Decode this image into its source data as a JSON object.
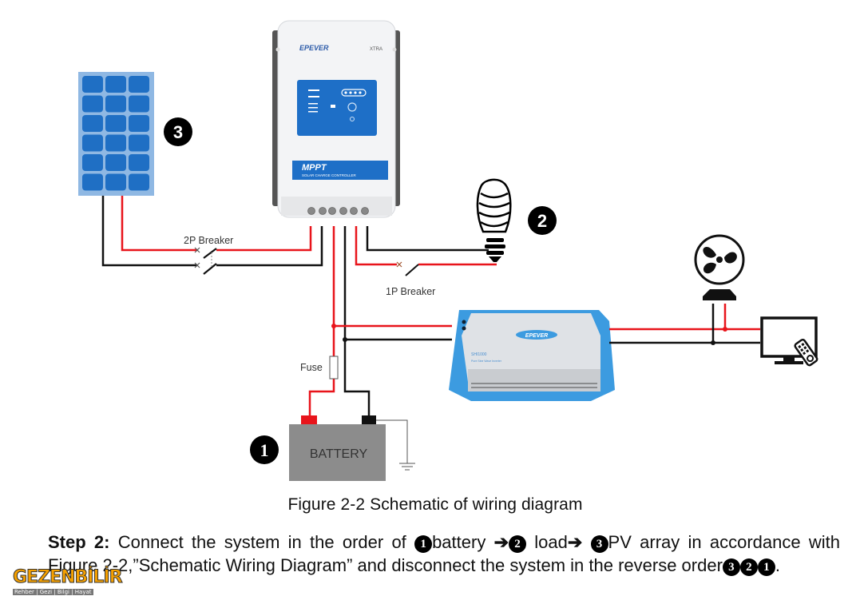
{
  "diagram": {
    "controller": {
      "brand": "EPEVER",
      "model": "XTRA",
      "type_label": "MPPT",
      "subtitle": "SOLAR CHARGE CONTROLLER"
    },
    "inverter": {
      "brand": "EPEVER",
      "model": "SHI1000",
      "subtitle": "Pure Sine Wave Inverter"
    },
    "labels": {
      "breaker_2p": "2P Breaker",
      "breaker_1p": "1P Breaker",
      "fuse": "Fuse",
      "battery": "BATTERY"
    },
    "markers": {
      "battery": "1",
      "load": "2",
      "pv_array": "3"
    },
    "colors": {
      "positive_wire": "#e8141b",
      "negative_wire": "#111111",
      "panel_cell": "#1f6fc4",
      "panel_frame": "#8fb8e3",
      "battery_body": "#8c8c8c",
      "inverter_accent": "#3c9be0"
    }
  },
  "caption": "Figure 2-2 Schematic of wiring diagram",
  "step": {
    "label": "Step 2:",
    "text_1": "Connect the system in the order of",
    "n1": "1",
    "item_1": "battery",
    "arrow": "➔",
    "n2": "2",
    "item_2": "load",
    "n3": "3",
    "item_3": "PV array in accordance with Figure 2-2,”Schematic Wiring Diagram” and disconnect the system in the reverse order",
    "r3": "3",
    "r2": "2",
    "r1": "1",
    "end": "."
  },
  "watermark": {
    "text": "GEZENBİLİR",
    "sub": "Rehber | Gezi | Bilgi | Hayat"
  }
}
